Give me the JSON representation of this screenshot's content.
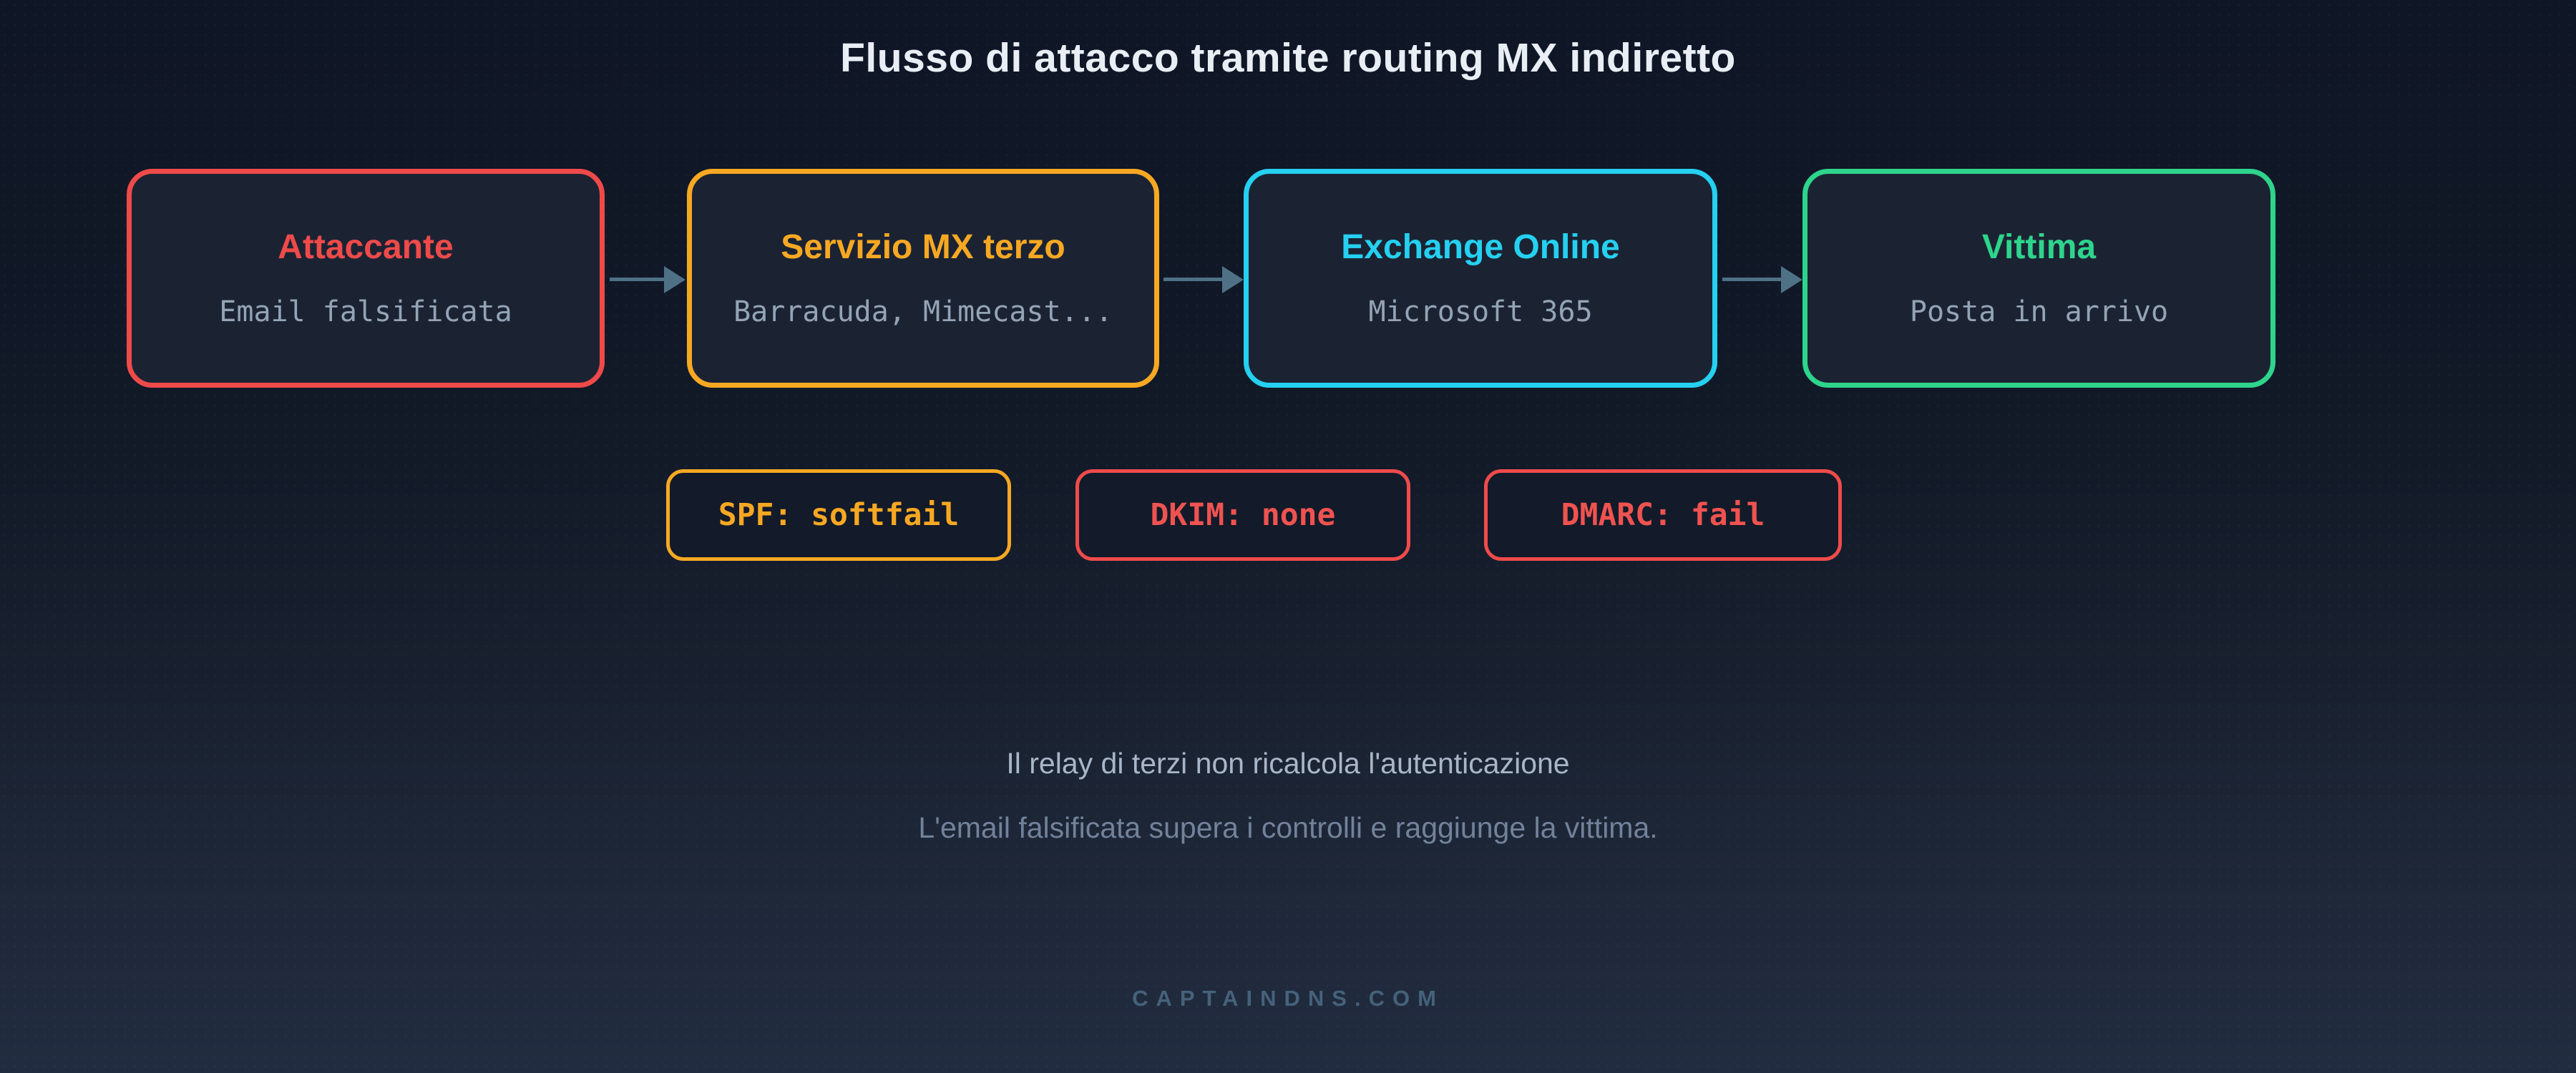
{
  "header": {
    "title": "Flusso di attacco tramite routing MX indiretto"
  },
  "flow": {
    "nodes": [
      {
        "label": "Attaccante",
        "sublabel": "Email falsificata",
        "accent": "#ef4a4a"
      },
      {
        "label": "Servizio MX terzo",
        "sublabel": "Barracuda, Mimecast...",
        "accent": "#f7a823"
      },
      {
        "label": "Exchange Online",
        "sublabel": "Microsoft 365",
        "accent": "#25d0f0"
      },
      {
        "label": "Vittima",
        "sublabel": "Posta in arrivo",
        "accent": "#2ed48c"
      }
    ]
  },
  "badges": [
    {
      "label": "SPF: softfail",
      "accent": "#f7a823"
    },
    {
      "label": "DKIM: none",
      "accent": "#ef4b4b"
    },
    {
      "label": "DMARC: fail",
      "accent": "#ef4b4b"
    }
  ],
  "notes": {
    "line1": "Il relay di terzi non ricalcola l'autenticazione",
    "line2": "L'email falsificata supera i controlli e raggiunge la vittima."
  },
  "footer": {
    "brand": "CAPTAINDNS.COM"
  },
  "colors": {
    "background_top": "#0f1626",
    "background_bottom": "#222c40",
    "node_background": "#1b2333",
    "badge_background": "#131a29",
    "arrow": "#4e7186",
    "title_text": "#e9eef5",
    "node_sublabel_text": "#93a4b6",
    "note_primary_text": "#a9b6c8",
    "note_secondary_text": "#72829b",
    "footer_text": "#45627a"
  }
}
